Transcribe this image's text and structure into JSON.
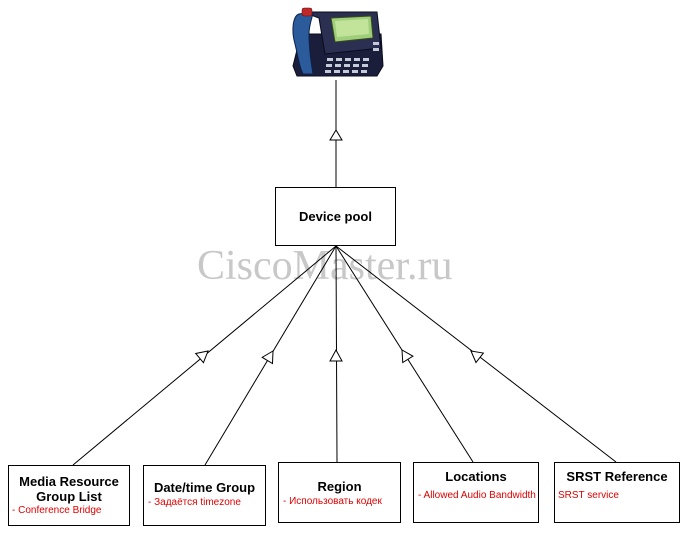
{
  "watermark": "CiscoMaster.ru",
  "device_pool": {
    "label": "Device pool"
  },
  "phone": {
    "icon": "ip-phone-icon"
  },
  "boxes": [
    {
      "title": "Media Resource Group List",
      "subtitle": "- Conference Bridge"
    },
    {
      "title": "Date/time Group",
      "subtitle": "- Задаётся timezone"
    },
    {
      "title": "Region",
      "subtitle": "- Использовать кодек"
    },
    {
      "title": "Locations",
      "subtitle": "- Allowed Audio Bandwidth"
    },
    {
      "title": "SRST Reference",
      "subtitle": "SRST service"
    }
  ],
  "colors": {
    "line": "#000000",
    "subtitle": "#e00000",
    "watermark": "#c8c8c8"
  }
}
